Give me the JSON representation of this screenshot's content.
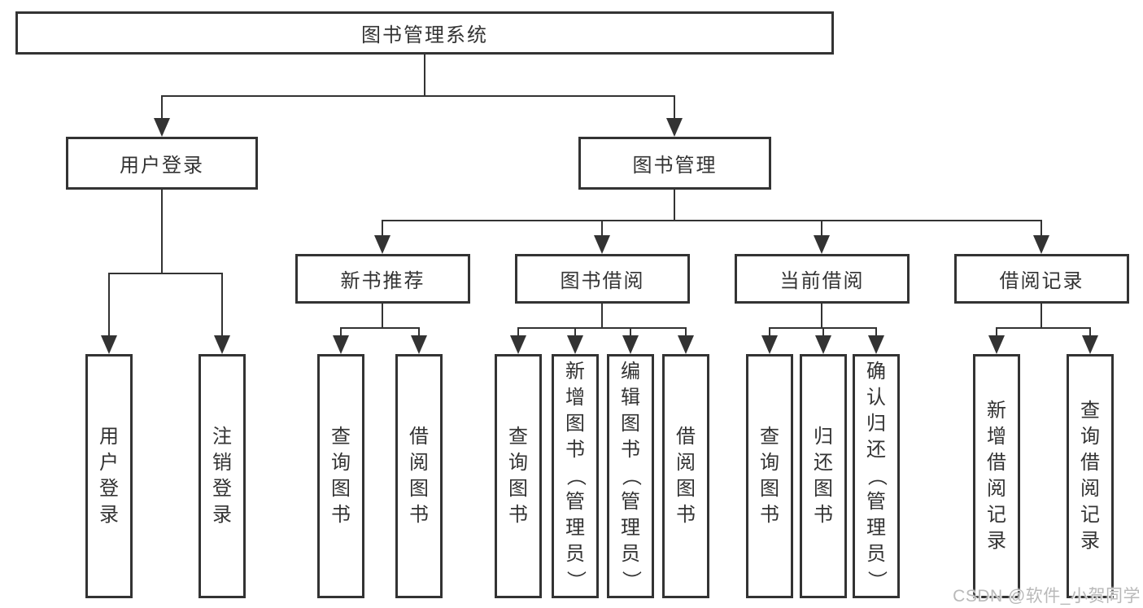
{
  "diagram": {
    "root": {
      "label": "图书管理系统"
    },
    "user_login": {
      "label": "用户登录",
      "children": [
        {
          "label": "用户登录"
        },
        {
          "label": "注销登录"
        }
      ]
    },
    "book_management": {
      "label": "图书管理",
      "modules": [
        {
          "label": "新书推荐",
          "children": [
            {
              "label": "查询图书"
            },
            {
              "label": "借阅图书"
            }
          ]
        },
        {
          "label": "图书借阅",
          "children": [
            {
              "label": "查询图书"
            },
            {
              "label": "新增图书（管理员）"
            },
            {
              "label": "编辑图书（管理员）"
            },
            {
              "label": "借阅图书"
            }
          ]
        },
        {
          "label": "当前借阅",
          "children": [
            {
              "label": "查询图书"
            },
            {
              "label": "归还图书"
            },
            {
              "label": "确认归还（管理员）"
            }
          ]
        },
        {
          "label": "借阅记录",
          "children": [
            {
              "label": "新增借阅记录"
            },
            {
              "label": "查询借阅记录"
            }
          ]
        }
      ]
    }
  },
  "watermark": {
    "text": "CSDN @软件_小贺同学"
  },
  "colors": {
    "line": "#333333",
    "text": "#333333",
    "watermark": "#b9b9b9",
    "background": "#ffffff"
  }
}
